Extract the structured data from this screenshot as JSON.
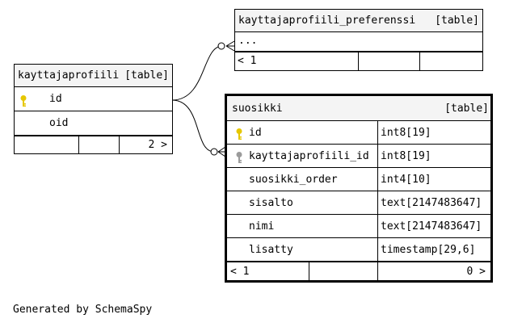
{
  "tables": {
    "kayttajaprofiili": {
      "name": "kayttajaprofiili",
      "tag": "[table]",
      "columns": [
        {
          "name": "id",
          "key": "primary"
        },
        {
          "name": "oid"
        }
      ],
      "footer": {
        "right": "2 >"
      }
    },
    "preferenssi": {
      "name": "kayttajaprofiili_preferenssi",
      "tag": "[table]",
      "body": "...",
      "footer": {
        "left": "< 1"
      }
    },
    "suosikki": {
      "name": "suosikki",
      "tag": "[table]",
      "columns": [
        {
          "name": "id",
          "type": "int8[19]",
          "key": "primary"
        },
        {
          "name": "kayttajaprofiili_id",
          "type": "int8[19]",
          "key": "foreign"
        },
        {
          "name": "suosikki_order",
          "type": "int4[10]"
        },
        {
          "name": "sisalto",
          "type": "text[2147483647]"
        },
        {
          "name": "nimi",
          "type": "text[2147483647]"
        },
        {
          "name": "lisatty",
          "type": "timestamp[29,6]"
        }
      ],
      "footer": {
        "left": "< 1",
        "right": "0 >"
      }
    }
  },
  "colors": {
    "primary_key": "#e6c700",
    "foreign_key": "#9b9b9b",
    "header_bg": "#f4f4f4"
  },
  "footer_note": "Generated by SchemaSpy"
}
